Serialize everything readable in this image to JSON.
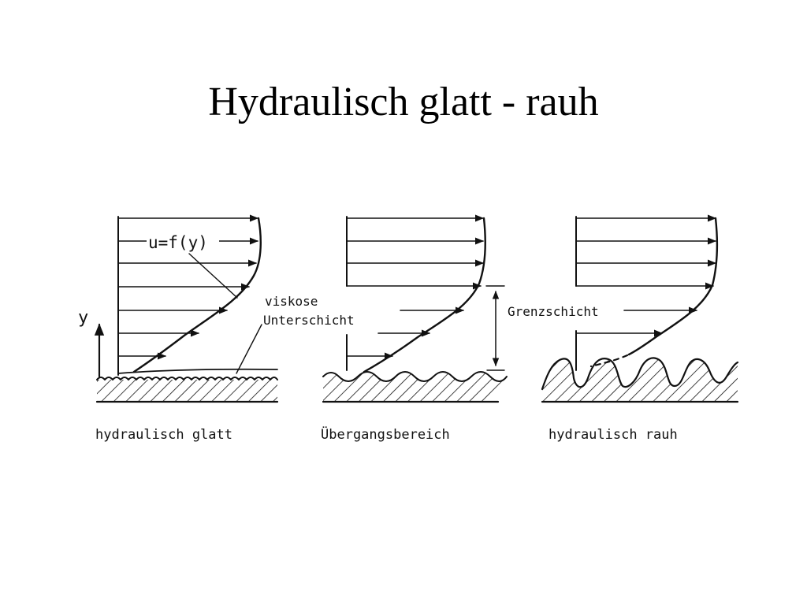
{
  "title": "Hydraulisch glatt - rauh",
  "diagram": {
    "axis_label": "y",
    "formula": "u=f(y)",
    "viscous_layer_label": [
      "viskose",
      "Unterschicht"
    ],
    "boundary_layer_label": "Grenzschicht",
    "panels": [
      {
        "id": "smooth",
        "caption": "hydraulisch glatt"
      },
      {
        "id": "transition",
        "caption": "Übergangsbereich"
      },
      {
        "id": "rough",
        "caption": "hydraulisch rauh"
      }
    ]
  }
}
